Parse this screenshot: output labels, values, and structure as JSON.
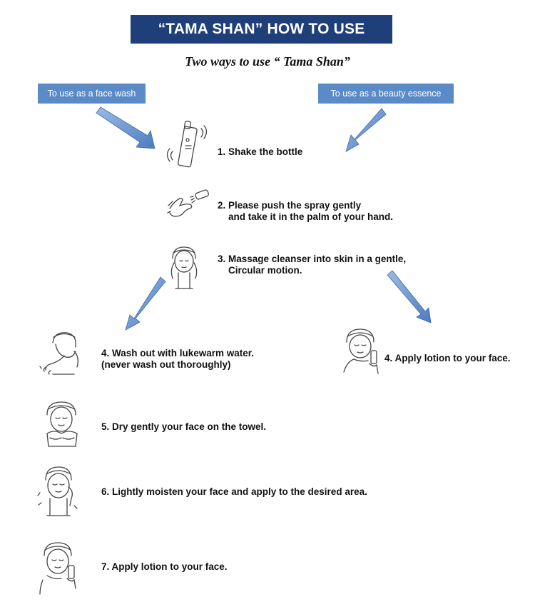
{
  "header": {
    "title": "“TAMA SHAN”   HOW TO USE",
    "subtitle": "Two ways to use “ Tama Shan”"
  },
  "methods": {
    "face_wash": "To use as a face wash",
    "beauty_essence": "To use as a beauty essence"
  },
  "common_steps": [
    {
      "label": "1. Shake the bottle",
      "icon": "bottle-icon"
    },
    {
      "label_1": "2. Please push the spray gently",
      "label_2": "and take it in the palm of your hand.",
      "icon": "spray-hand-icon"
    },
    {
      "label_1": "3. Massage cleanser into skin in a gentle,",
      "label_2": "Circular motion.",
      "icon": "massage-face-icon"
    }
  ],
  "face_wash_steps": [
    {
      "label_1": "4. Wash out with lukewarm water.",
      "label_2": "(never wash out thoroughly)",
      "icon": "washing-face-icon"
    },
    {
      "label": "5. Dry gently your face on the towel.",
      "icon": "towel-face-icon"
    },
    {
      "label": "6. Lightly moisten your face and apply to the desired area.",
      "icon": "moisten-face-icon"
    },
    {
      "label": "7. Apply lotion to your face.",
      "icon": "lotion-face-icon"
    }
  ],
  "essence_steps": [
    {
      "label": "4. Apply lotion to your face.",
      "icon": "lotion-face-icon"
    }
  ],
  "colors": {
    "title_bg": "#1f3f7a",
    "tag_bg": "#5b8bc7",
    "arrow": "#5b8bc7"
  }
}
